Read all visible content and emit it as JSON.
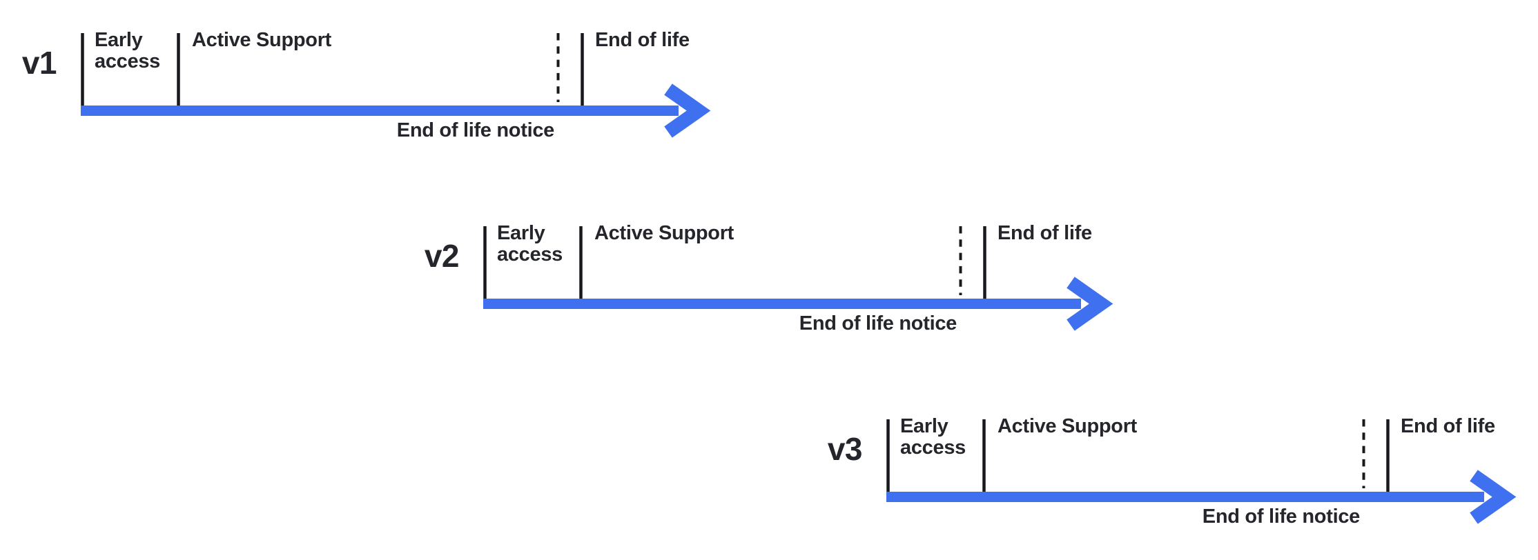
{
  "diagram": {
    "type": "release-lifecycle-timelines",
    "colors": {
      "arrow_blue": "#3f70ef",
      "tick_black": "#17191d",
      "text_dark": "#24262b",
      "background": "#ffffff"
    }
  },
  "timelines": [
    {
      "version": "v1",
      "phases": {
        "early_access": "Early access",
        "active_support": "Active Support",
        "end_of_life": "End of life",
        "end_of_life_notice": "End of life notice"
      }
    },
    {
      "version": "v2",
      "phases": {
        "early_access": "Early access",
        "active_support": "Active Support",
        "end_of_life": "End of life",
        "end_of_life_notice": "End of life notice"
      }
    },
    {
      "version": "v3",
      "phases": {
        "early_access": "Early access",
        "active_support": "Active Support",
        "end_of_life": "End of life",
        "end_of_life_notice": "End of life notice"
      }
    }
  ]
}
